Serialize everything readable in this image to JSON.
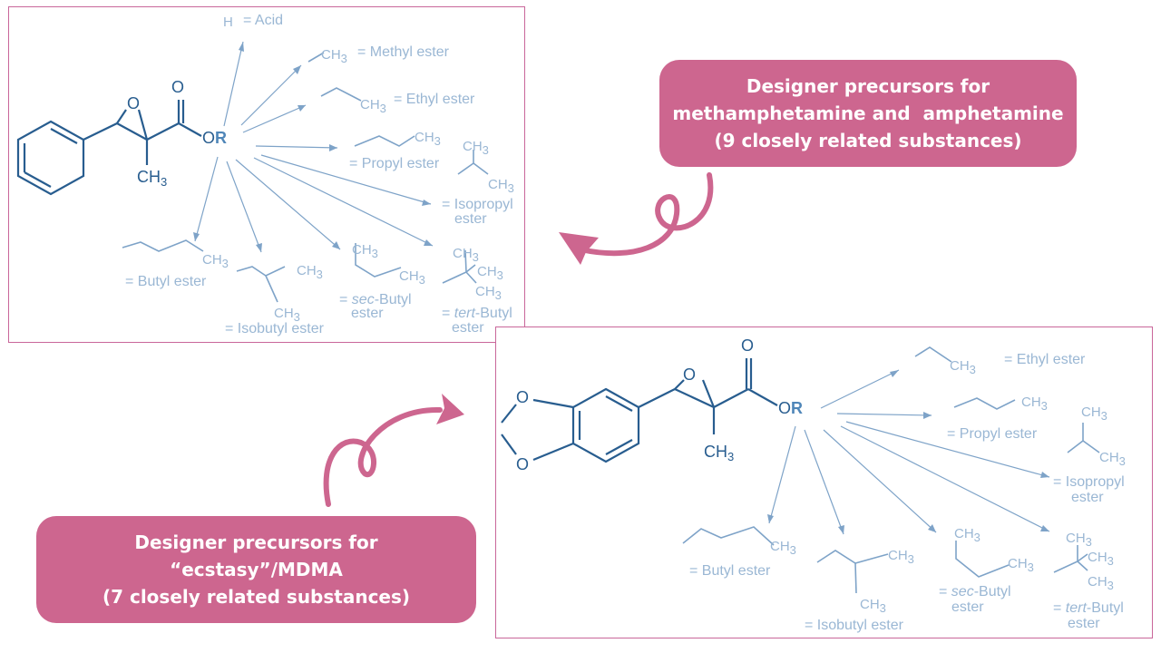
{
  "colors": {
    "accent": "#cd668f",
    "structure": "#285d8f",
    "arrow": "#7ea3c8",
    "label": "#9ab7d4"
  },
  "panel_a": {
    "atoms": {
      "carbonyl_o": "O",
      "epoxide_o": "O",
      "ester": "OR",
      "methyl": "CH3"
    },
    "substituents": [
      {
        "id": "acid",
        "group": "H",
        "label": "= Acid"
      },
      {
        "id": "methyl",
        "group": "CH3",
        "label": "= Methyl ester"
      },
      {
        "id": "ethyl",
        "group": "CH3",
        "label": "= Ethyl ester"
      },
      {
        "id": "propyl",
        "group": "CH3",
        "label": "= Propyl ester"
      },
      {
        "id": "isopropyl",
        "group": "CH3",
        "label_line1": "= Isopropyl",
        "label_line2": "ester"
      },
      {
        "id": "butyl",
        "group": "CH3",
        "label": "= Butyl ester"
      },
      {
        "id": "isobutyl",
        "group": "CH3",
        "label": "= Isobutyl ester"
      },
      {
        "id": "sec_butyl",
        "group": "CH3",
        "prefix": "sec",
        "label_line1": "-Butyl",
        "label_line2": "ester"
      },
      {
        "id": "tert_butyl",
        "group": "CH3",
        "prefix": "tert",
        "label_line1": "-Butyl",
        "label_line2": "ester"
      }
    ]
  },
  "panel_b": {
    "atoms": {
      "dioxole_o1": "O",
      "dioxole_o2": "O",
      "carbonyl_o": "O",
      "epoxide_o": "O",
      "ester": "OR",
      "methyl": "CH3"
    },
    "substituents": [
      {
        "id": "ethyl",
        "group": "CH3",
        "label": "= Ethyl ester"
      },
      {
        "id": "propyl",
        "group": "CH3",
        "label": "= Propyl ester"
      },
      {
        "id": "isopropyl",
        "group": "CH3",
        "label_line1": "= Isopropyl",
        "label_line2": "ester"
      },
      {
        "id": "butyl",
        "group": "CH3",
        "label": "= Butyl ester"
      },
      {
        "id": "isobutyl",
        "group": "CH3",
        "label": "= Isobutyl ester"
      },
      {
        "id": "sec_butyl",
        "group": "CH3",
        "prefix": "sec",
        "label_line1": "-Butyl",
        "label_line2": "ester"
      },
      {
        "id": "tert_butyl",
        "group": "CH3",
        "prefix": "tert",
        "label_line1": "-Butyl",
        "label_line2": "ester"
      }
    ]
  },
  "callout_a": {
    "line1": "Designer precursors for",
    "line2": "methamphetamine and  amphetamine",
    "line3": "(9 closely related substances)"
  },
  "callout_b": {
    "line1": "Designer precursors for",
    "line2": "“ecstasy”/MDMA",
    "line3": "(7 closely related substances)"
  }
}
